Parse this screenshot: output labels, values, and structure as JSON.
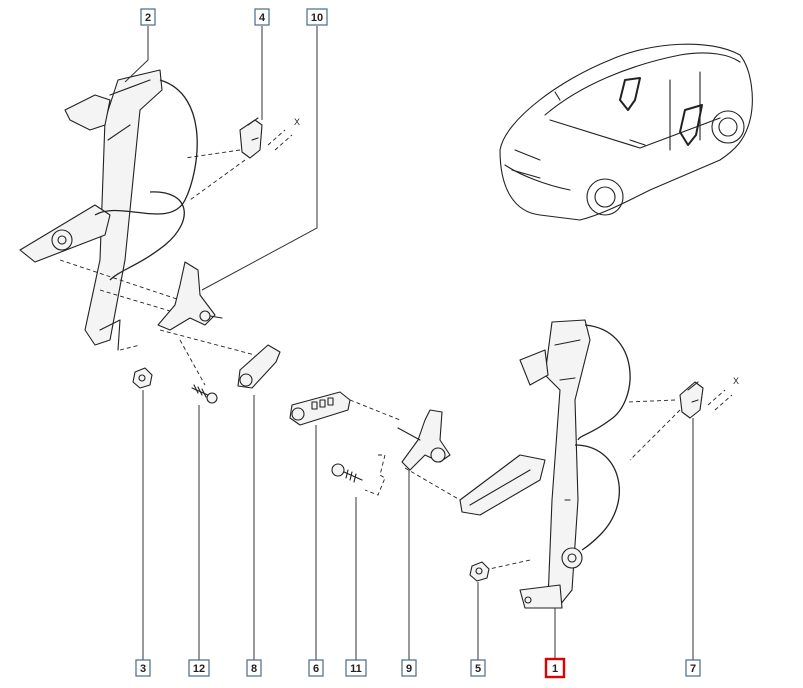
{
  "callouts": [
    {
      "id": "2",
      "label": "2"
    },
    {
      "id": "4",
      "label": "4"
    },
    {
      "id": "10",
      "label": "10"
    },
    {
      "id": "3",
      "label": "3"
    },
    {
      "id": "12",
      "label": "12"
    },
    {
      "id": "8",
      "label": "8"
    },
    {
      "id": "6",
      "label": "6"
    },
    {
      "id": "11",
      "label": "11"
    },
    {
      "id": "9",
      "label": "9"
    },
    {
      "id": "5",
      "label": "5"
    },
    {
      "id": "1",
      "label": "1",
      "highlighted": true
    },
    {
      "id": "7",
      "label": "7"
    }
  ],
  "axis_marks": {
    "left": "X",
    "right": "X"
  },
  "colors": {
    "highlight": "#e00000",
    "callout_border": "#4a6a8a",
    "ink": "#222222"
  }
}
